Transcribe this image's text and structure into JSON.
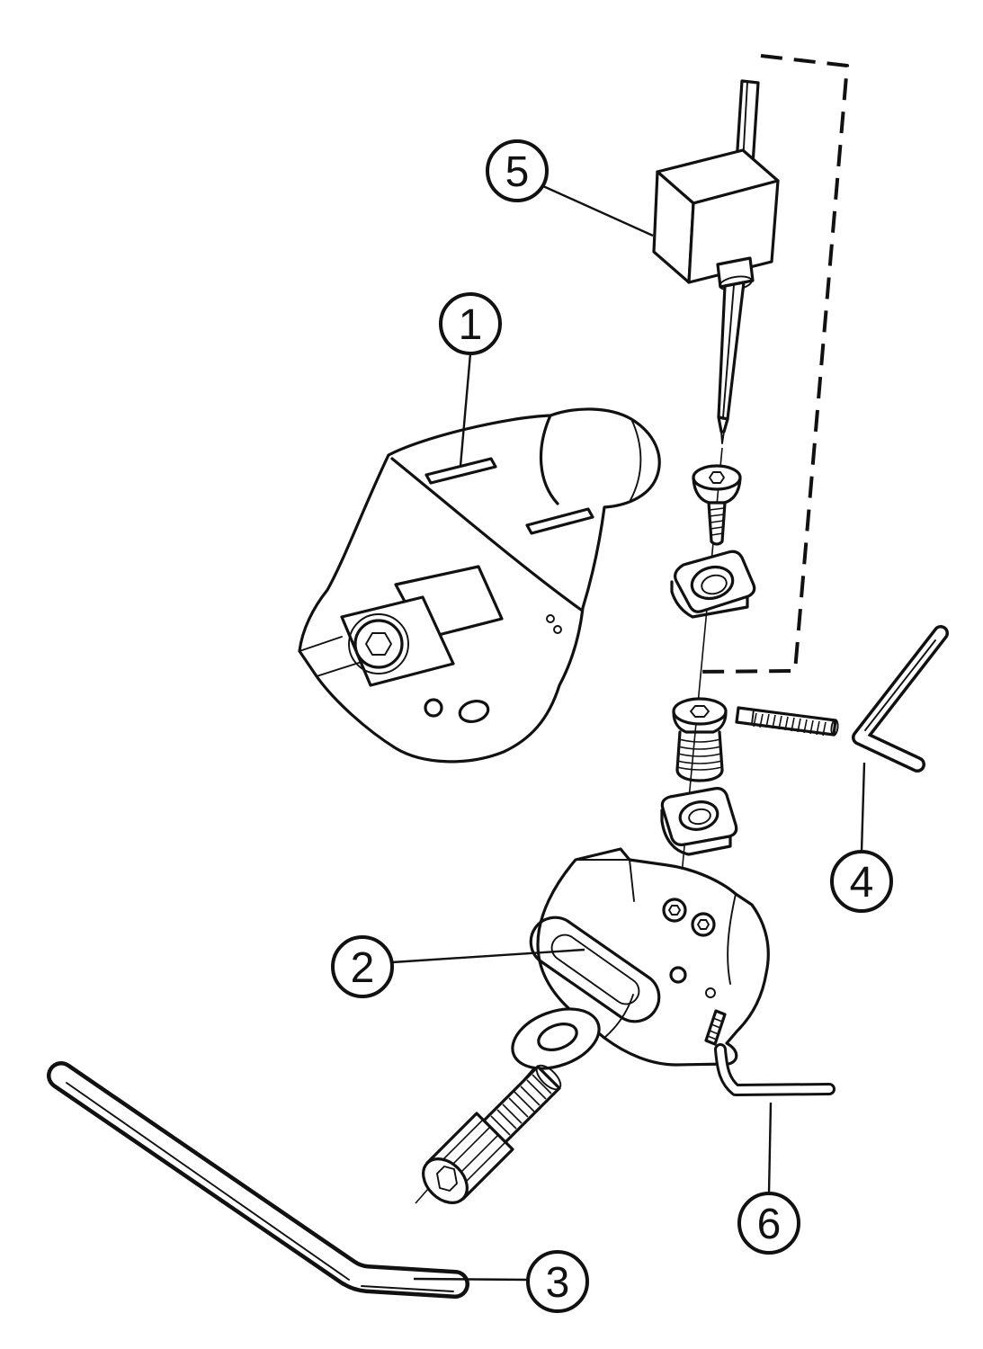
{
  "diagram": {
    "background": "#ffffff",
    "ink": "#111111",
    "callouts": [
      {
        "label": "1"
      },
      {
        "label": "2"
      },
      {
        "label": "3"
      },
      {
        "label": "4"
      },
      {
        "label": "5"
      },
      {
        "label": "6"
      }
    ]
  }
}
